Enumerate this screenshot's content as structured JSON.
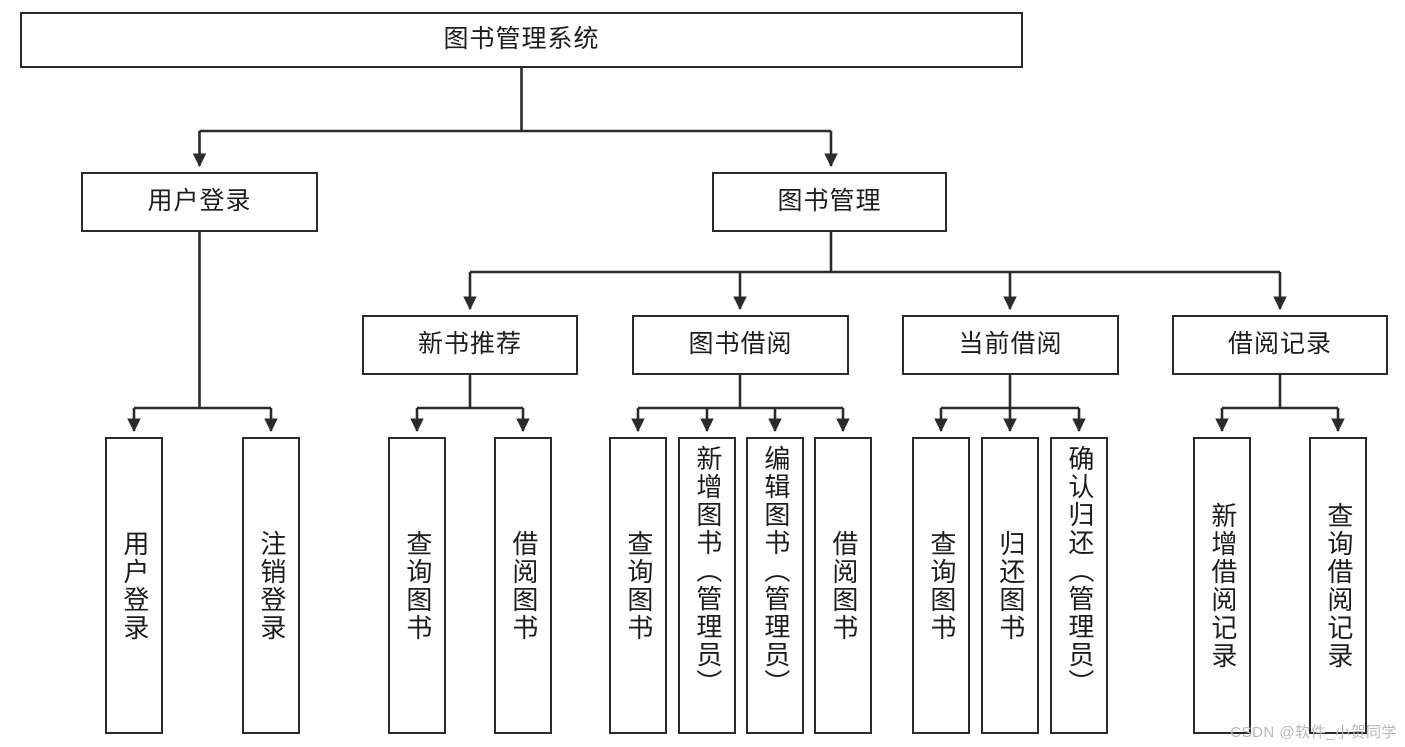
{
  "diagram": {
    "title": "图书管理系统",
    "type": "tree-hierarchy-chart",
    "watermark": "CSDN @软件_小贺同学",
    "colors": {
      "border": "#2b2b2b",
      "background": "#ffffff",
      "text": "#1d1d1d",
      "watermark": "#b8b8b8"
    },
    "root": {
      "label": "图书管理系统"
    },
    "level2": [
      {
        "label": "用户登录"
      },
      {
        "label": "图书管理"
      }
    ],
    "level3": [
      {
        "label": "新书推荐"
      },
      {
        "label": "图书借阅"
      },
      {
        "label": "当前借阅"
      },
      {
        "label": "借阅记录"
      }
    ],
    "leaves": {
      "user_login": [
        {
          "label": "用户登录"
        },
        {
          "label": "注销登录"
        }
      ],
      "new_book_recommend": [
        {
          "label": "查询图书"
        },
        {
          "label": "借阅图书"
        }
      ],
      "book_borrow": [
        {
          "label": "查询图书"
        },
        {
          "label": "新增图书（管理员）"
        },
        {
          "label": "编辑图书（管理员）"
        },
        {
          "label": "借阅图书"
        }
      ],
      "current_borrow": [
        {
          "label": "查询图书"
        },
        {
          "label": "归还图书"
        },
        {
          "label": "确认归还（管理员）"
        }
      ],
      "borrow_record": [
        {
          "label": "新增借阅记录"
        },
        {
          "label": "查询借阅记录"
        }
      ]
    }
  }
}
